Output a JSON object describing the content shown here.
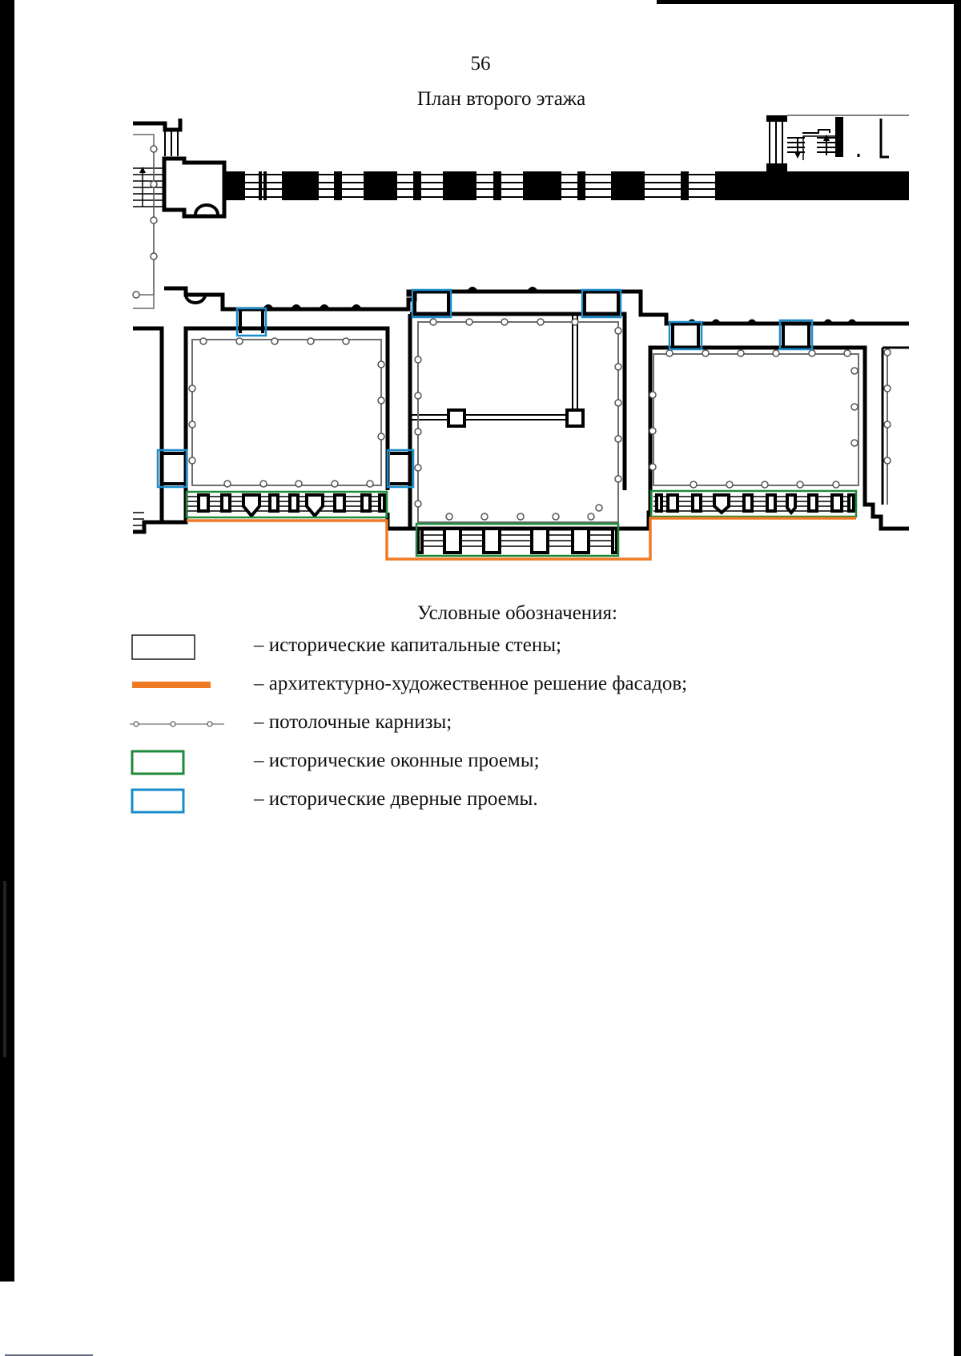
{
  "page": {
    "number": "56",
    "title": "План второго этажа"
  },
  "legend": {
    "title": "Условные обозначения:",
    "items": [
      {
        "symbol": "wall-rect",
        "color": "#1a1a1a",
        "label": "– исторические капитальные стены;"
      },
      {
        "symbol": "orange-line",
        "color": "#f07a24",
        "label": "– архитектурно-художественное решение фасадов;"
      },
      {
        "symbol": "cornice-line",
        "color": "#8a8a8a",
        "label": "– потолочные карнизы;"
      },
      {
        "symbol": "green-rect",
        "color": "#1e8a3c",
        "label": "– исторические оконные проемы;"
      },
      {
        "symbol": "blue-rect",
        "color": "#1a8ccc",
        "label": "– исторические дверные проемы."
      }
    ]
  },
  "colors": {
    "wall": "#000000",
    "facade": "#f07a24",
    "cornice": "#7a7a7a",
    "window": "#1e8a3c",
    "door": "#1a8ccc"
  }
}
